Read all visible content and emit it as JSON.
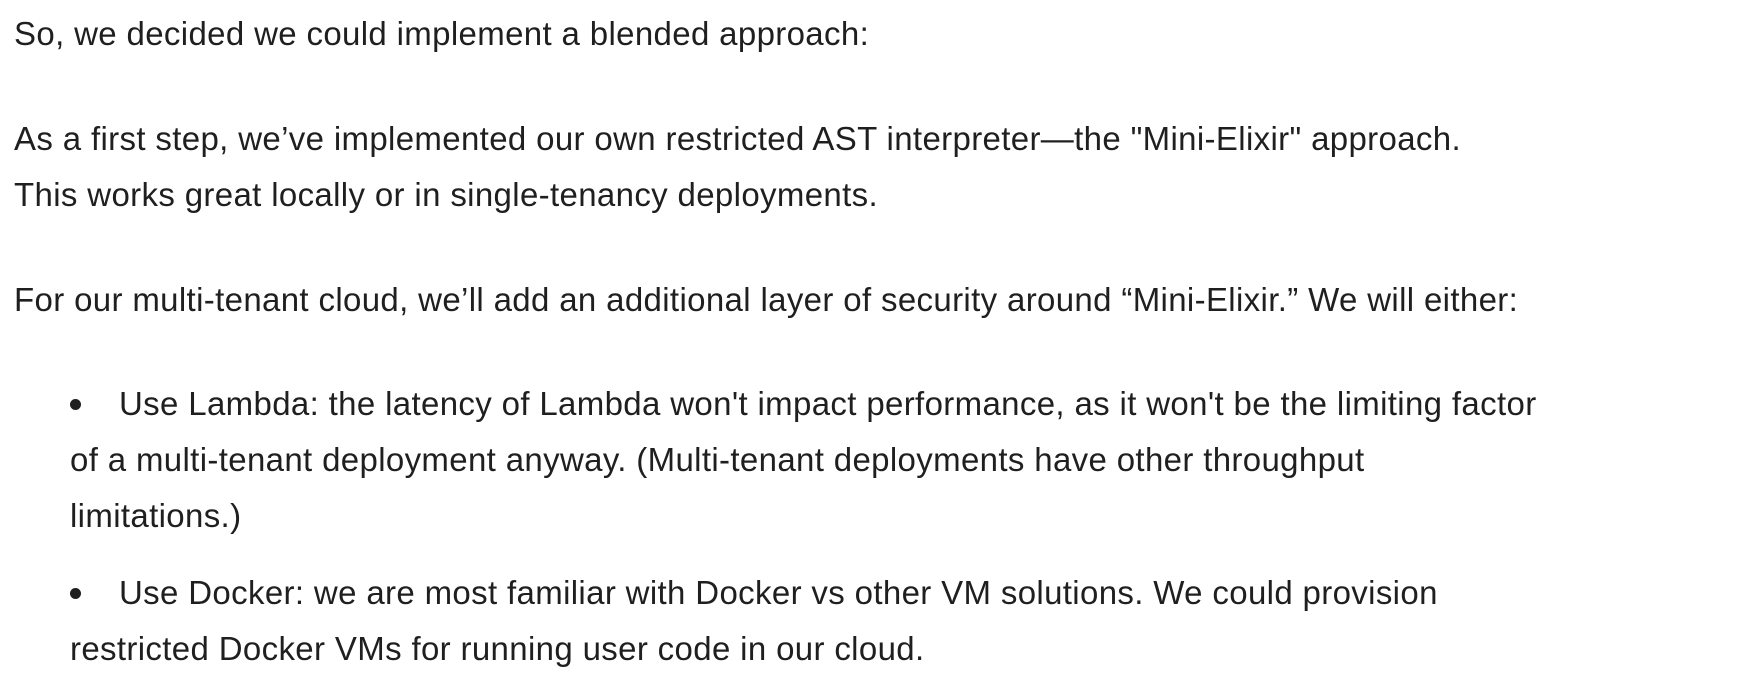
{
  "intro": "So, we decided we could implement a blended approach:",
  "paragraph1": {
    "line1": "As a first step, we’ve implemented our own restricted AST interpreter—the \"Mini-Elixir\" approach.",
    "line2": "This works great locally or in single-tenancy deployments."
  },
  "paragraph2": "For our multi-tenant cloud, we’ll add an additional layer of security around “Mini-Elixir.” We will either:",
  "list": [
    {
      "lines": [
        "Use Lambda: the latency of Lambda won't impact performance, as it won't be the limiting factor",
        "of a multi-tenant deployment anyway. (Multi-tenant deployments have other throughput",
        "limitations.)"
      ]
    },
    {
      "lines": [
        "Use Docker: we are most familiar with Docker vs other VM solutions. We could provision",
        "restricted Docker VMs for running user code in our cloud."
      ]
    }
  ]
}
